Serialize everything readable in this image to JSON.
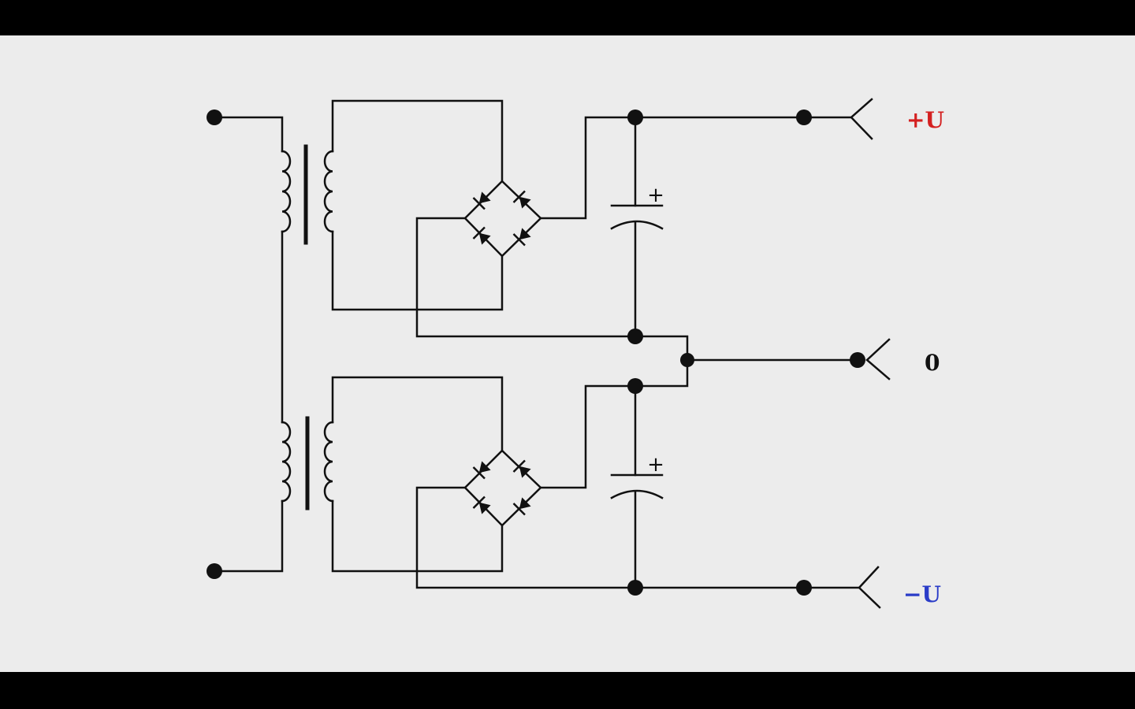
{
  "diagram": {
    "terminals": {
      "plus": {
        "text": "+U",
        "color": "#d42020"
      },
      "zero": {
        "text": "0",
        "color": "#111111"
      },
      "minus": {
        "text": "−U",
        "color": "#2a3cc8"
      }
    },
    "capacitor_polarity_mark": "+",
    "colors": {
      "background": "#ececec",
      "wire": "#111111"
    }
  }
}
